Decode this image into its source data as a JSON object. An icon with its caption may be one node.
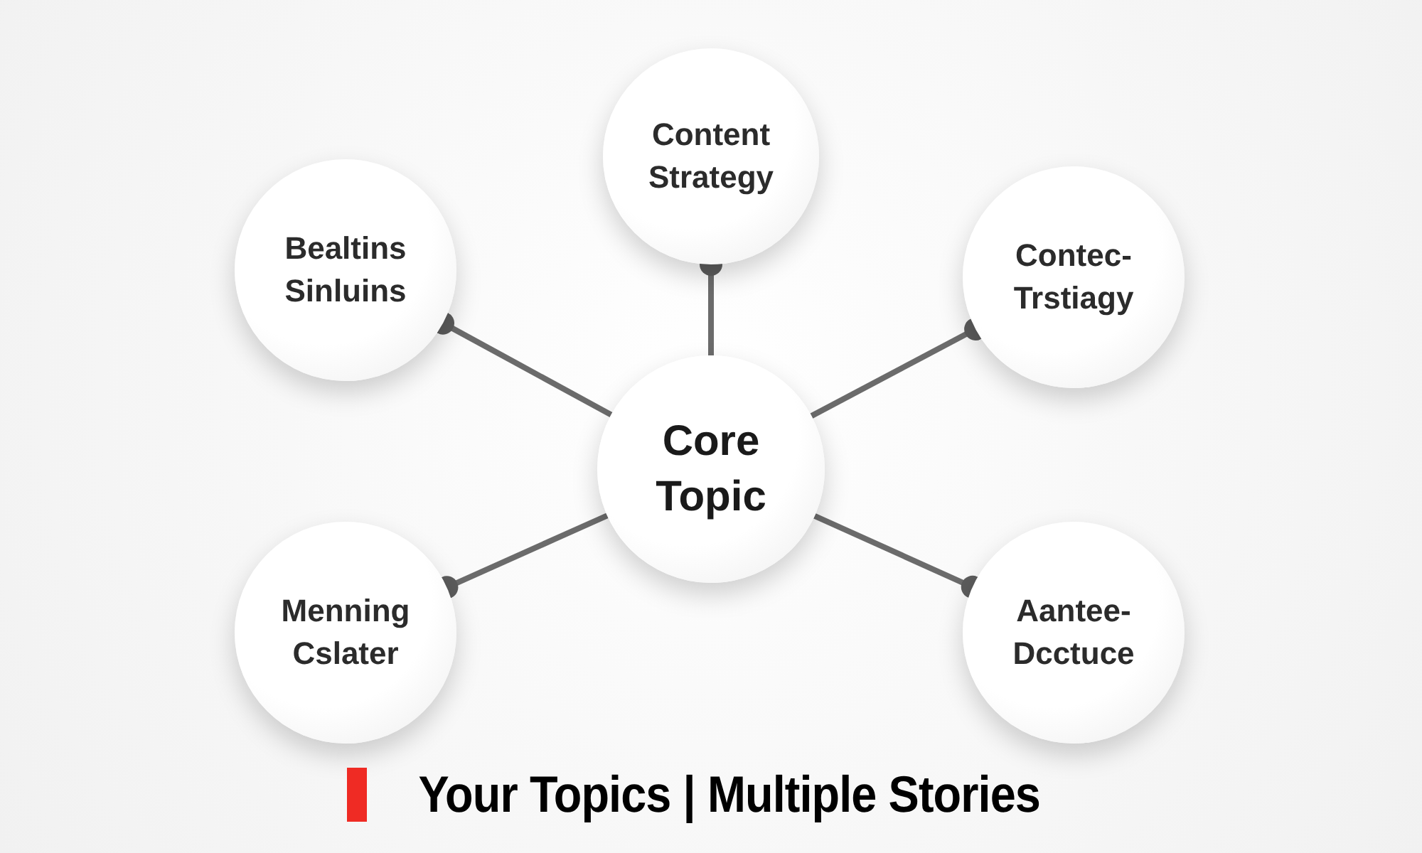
{
  "diagram": {
    "caption": "Your Topics | Multiple Stories",
    "nodes": [
      {
        "text": [
          "Content Strategy"
        ]
      },
      {
        "text": [
          "Bealtins Sinluins"
        ]
      },
      {
        "text": [
          "Contec- Trstiagy"
        ]
      },
      {
        "text": [
          "Core Topic"
        ]
      },
      {
        "text": [
          "Menning Cslater"
        ]
      },
      {
        "text": [
          "Aantee- Dcctuce"
        ]
      }
    ],
    "edges": [
      {
        "from": 3,
        "to": 0,
        "arrow": "other"
      },
      {
        "from": 3,
        "to": 1,
        "arrow": "other"
      },
      {
        "from": 3,
        "to": 2,
        "arrow": "other"
      },
      {
        "from": 3,
        "to": 4,
        "arrow": "other"
      },
      {
        "from": 3,
        "to": 5,
        "arrow": "other"
      }
    ]
  }
}
